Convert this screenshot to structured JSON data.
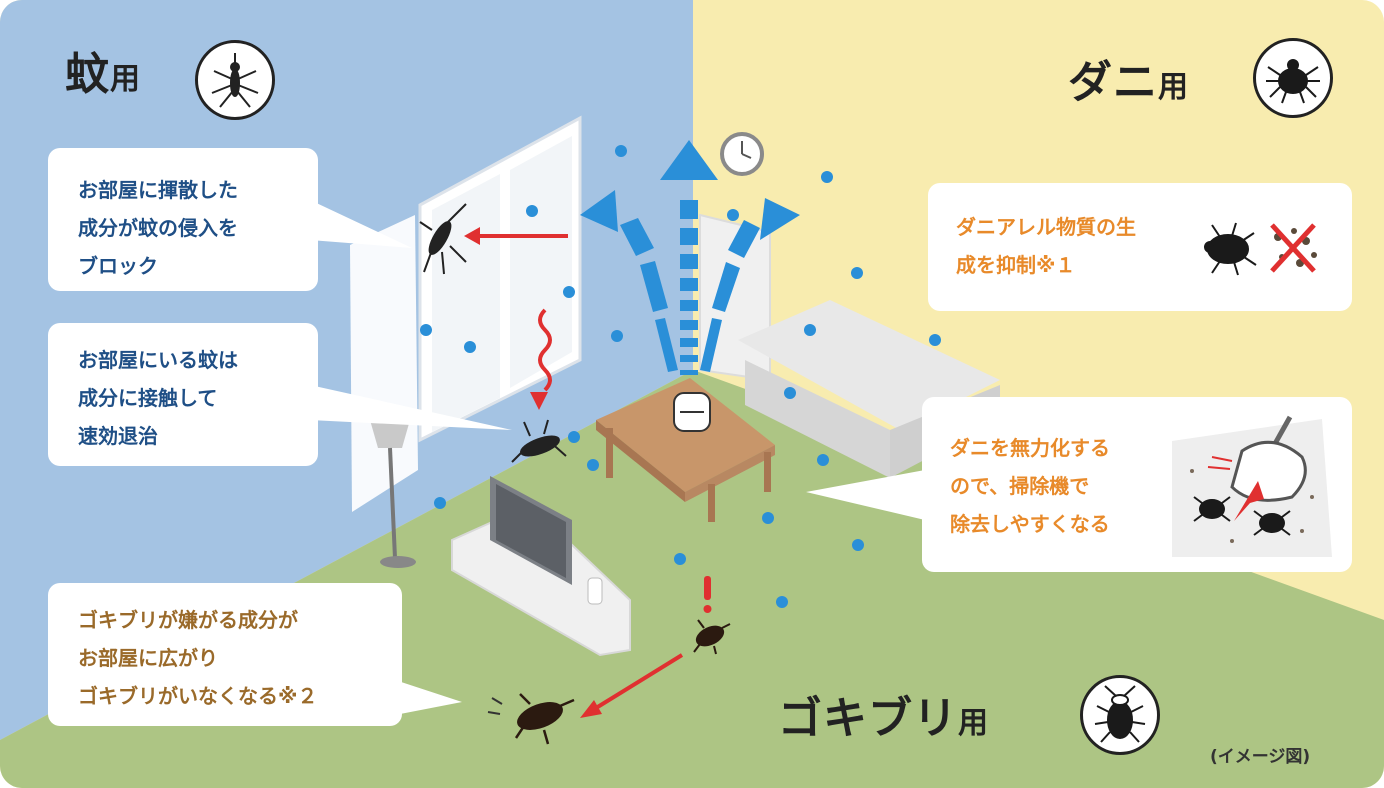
{
  "sections": {
    "mosquito": {
      "title_kanji": "蚊",
      "title_suffix": "用"
    },
    "mite": {
      "title_kanji": "ダニ",
      "title_suffix": "用"
    },
    "cockroach": {
      "title_kanji": "ゴキブリ",
      "title_suffix": "用"
    }
  },
  "bubbles": {
    "mosquito_block": [
      "お部屋に揮散した",
      "成分が蚊の侵入を",
      "ブロック"
    ],
    "mosquito_kill": [
      "お部屋にいる蚊は",
      "成分に接触して",
      "速効退治"
    ],
    "mite_allergen": [
      "ダニアレル物質の生",
      "成を抑制※１"
    ],
    "mite_clean": [
      "ダニを無力化する",
      "ので、掃除機で",
      "除去しやすくなる"
    ],
    "cockroach": [
      "ゴキブリが嫌がる成分が",
      "お部屋に広がり",
      "ゴキブリがいなくなる※２"
    ]
  },
  "footnote": "(イメージ図)",
  "colors": {
    "mosquito_bg": "#a4c3e3",
    "mite_bg": "#f8ecaf",
    "floor": "#adc584",
    "mosquito_text": "#1f4f86",
    "mite_text": "#e88a2a",
    "cockroach_text": "#9a6a2a",
    "particle": "#2a8fd8",
    "arrow_red": "#e03030"
  },
  "icons": [
    "mosquito-icon",
    "mite-icon",
    "cockroach-icon"
  ]
}
